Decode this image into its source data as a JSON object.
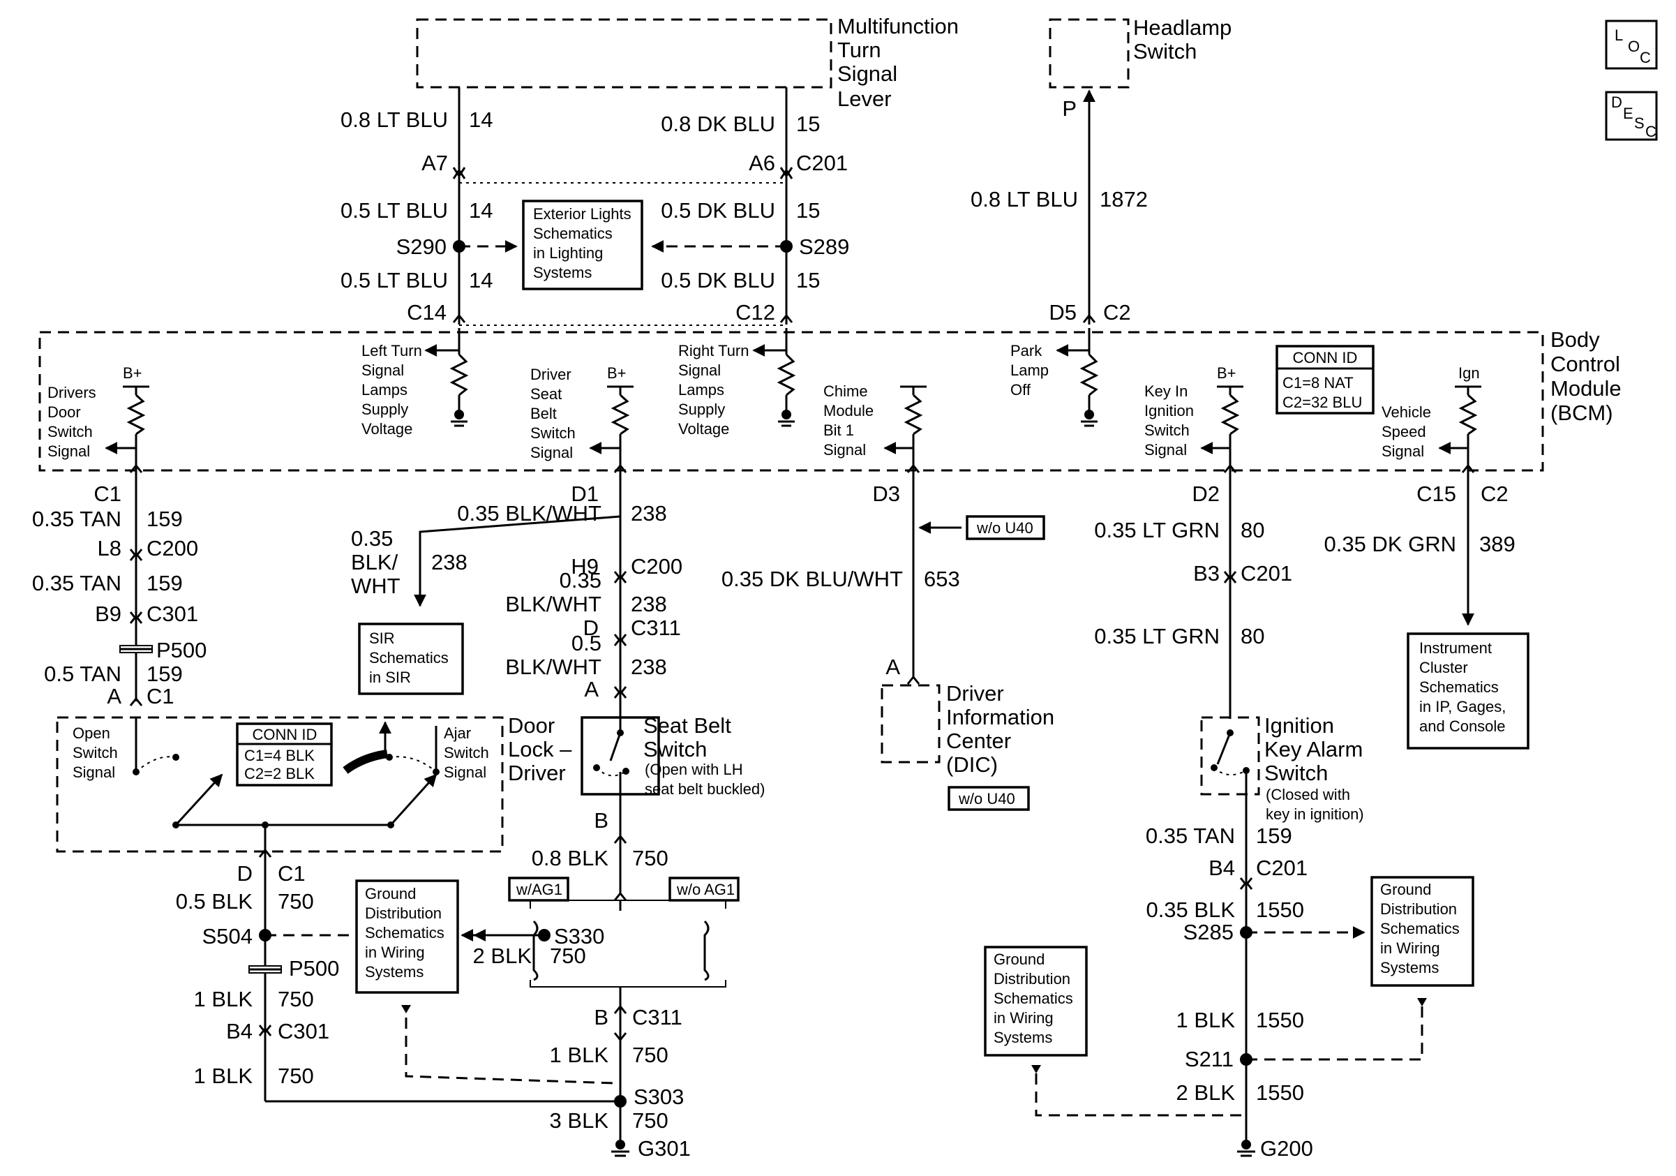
{
  "components": {
    "turn_lever": [
      "Multifunction",
      "Turn",
      "Signal",
      "Lever"
    ],
    "headlamp_switch": [
      "Headlamp",
      "Switch"
    ],
    "bcm": [
      "Body",
      "Control",
      "Module",
      "(BCM)"
    ],
    "door_lock": [
      "Door",
      "Lock –",
      "Driver"
    ],
    "seat_belt": [
      "Seat Belt",
      "Switch"
    ],
    "seat_belt_note": [
      "(Open with LH",
      "seat belt buckled)"
    ],
    "dic": [
      "Driver",
      "Information",
      "Center",
      "(DIC)"
    ],
    "ignition_key": [
      "Ignition",
      "Key Alarm",
      "Switch"
    ],
    "ignition_note": [
      "(Closed with",
      "key in ignition)"
    ]
  },
  "icons": {
    "loc": [
      "L",
      "O",
      "C"
    ],
    "desc": [
      "D",
      "E",
      "S",
      "C"
    ]
  },
  "ref_boxes": {
    "exterior_lights": [
      "Exterior Lights",
      "Schematics",
      "in Lighting",
      "Systems"
    ],
    "sir": [
      "SIR",
      "Schematics",
      "in SIR"
    ],
    "instrument_cluster": [
      "Instrument",
      "Cluster",
      "Schematics",
      "in IP, Gages,",
      "and Console"
    ],
    "ground_left": [
      "Ground",
      "Distribution",
      "Schematics",
      "in Wiring",
      "Systems"
    ],
    "ground_mid": [
      "Ground",
      "Distribution",
      "Schematics",
      "in Wiring",
      "Systems"
    ],
    "ground_right": [
      "Ground",
      "Distribution",
      "Schematics",
      "in Wiring",
      "Systems"
    ],
    "wo_u40_a": "w/o U40",
    "wo_u40_b": "w/o U40",
    "w_ag1": "w/AG1",
    "wo_ag1": "w/o AG1"
  },
  "conn_id_bcm": {
    "title": "CONN ID",
    "rows": [
      "C1=8 NAT",
      "C2=32 BLU"
    ]
  },
  "conn_id_door": {
    "title": "CONN ID",
    "rows": [
      "C1=4 BLK",
      "C2=2 BLK"
    ]
  },
  "bcm_signals": {
    "drivers_door": [
      "Drivers",
      "Door",
      "Switch",
      "Signal"
    ],
    "left_turn": [
      "Left Turn",
      "Signal",
      "Lamps",
      "Supply",
      "Voltage"
    ],
    "driver_seat_belt": [
      "Driver",
      "Seat",
      "Belt",
      "Switch",
      "Signal"
    ],
    "right_turn": [
      "Right Turn",
      "Signal",
      "Lamps",
      "Supply",
      "Voltage"
    ],
    "chime_module": [
      "Chime",
      "Module",
      "Bit 1",
      "Signal"
    ],
    "park_lamp": [
      "Park",
      "Lamp",
      "Off"
    ],
    "key_in_ignition": [
      "Key In",
      "Ignition",
      "Switch",
      "Signal"
    ],
    "vehicle_speed": [
      "Vehicle",
      "Speed",
      "Signal"
    ],
    "bplus_1": "B+",
    "bplus_2": "B+",
    "bplus_3": "B+",
    "ign": "Ign"
  },
  "door_switch": {
    "open": [
      "Open",
      "Switch",
      "Signal"
    ],
    "ajar": [
      "Ajar",
      "Switch",
      "Signal"
    ]
  },
  "labels": {
    "w14a": "0.8 LT BLU",
    "c14a": "14",
    "w15a": "0.8 DK BLU",
    "c15a": "15",
    "a7": "A7",
    "a6": "A6",
    "c201a": "C201",
    "w14b": "0.5 LT BLU",
    "c14b": "14",
    "w15b": "0.5 DK BLU",
    "c15b": "15",
    "s290": "S290",
    "s289": "S289",
    "w14c": "0.5 LT BLU",
    "c14c": "14",
    "w15c": "0.5 DK BLU",
    "c15c": "15",
    "c14": "C14",
    "c12": "C12",
    "p": "P",
    "w1872": "0.8 LT BLU",
    "c1872": "1872",
    "d5": "D5",
    "c2a": "C2",
    "c1a": "C1",
    "w159a": "0.35 TAN",
    "c159a": "159",
    "l8": "L8",
    "c200a": "C200",
    "w159b": "0.35 TAN",
    "c159b": "159",
    "b9": "B9",
    "c301a": "C301",
    "p500a": "P500",
    "w159c": "0.5 TAN",
    "c159c": "159",
    "a_door": "A",
    "c1b": "C1",
    "d1": "D1",
    "w238a": "0.35 BLK/WHT",
    "c238a": "238",
    "w238sir1": "0.35",
    "w238sir2": "BLK/",
    "w238sir3": "WHT",
    "c238sir": "238",
    "h9": "H9",
    "c200b": "C200",
    "w238b1": "0.35",
    "w238b2": "BLK/WHT",
    "c238b": "238",
    "d_c311": "D",
    "c311a": "C311",
    "w238c1": "0.5",
    "w238c2": "BLK/WHT",
    "c238c": "238",
    "a_seat": "A",
    "d3": "D3",
    "w653": "0.35 DK BLU/WHT",
    "c653": "653",
    "a_dic": "A",
    "d2": "D2",
    "w80a": "0.35 LT GRN",
    "c80a": "80",
    "b3": "B3",
    "c201b": "C201",
    "w80b": "0.35 LT GRN",
    "c80b": "80",
    "c15": "C15",
    "c2b": "C2",
    "w389": "0.35 DK GRN",
    "c389": "389",
    "b_seat": "B",
    "w750a": "0.8 BLK",
    "c750a": "750",
    "s330": "S330",
    "w750b": "2 BLK",
    "c750b": "750",
    "b_c311": "B",
    "c311b": "C311",
    "w750c": "1 BLK",
    "c750c": "750",
    "s303": "S303",
    "w750d": "3 BLK",
    "c750d": "750",
    "g301": "G301",
    "d_door": "D",
    "c1c": "C1",
    "w750e": "0.5 BLK",
    "c750e": "750",
    "s504": "S504",
    "p500b": "P500",
    "w750f": "1 BLK",
    "c750f": "750",
    "b4a": "B4",
    "c301b": "C301",
    "w750g": "1 BLK",
    "c750g": "750",
    "w159d": "0.35 TAN",
    "c159d": "159",
    "b4b": "B4",
    "c201c": "C201",
    "w1550a": "0.35 BLK",
    "c1550a": "1550",
    "s285": "S285",
    "w1550b": "1 BLK",
    "c1550b": "1550",
    "s211": "S211",
    "w1550c": "2 BLK",
    "c1550c": "1550",
    "g200": "G200"
  }
}
